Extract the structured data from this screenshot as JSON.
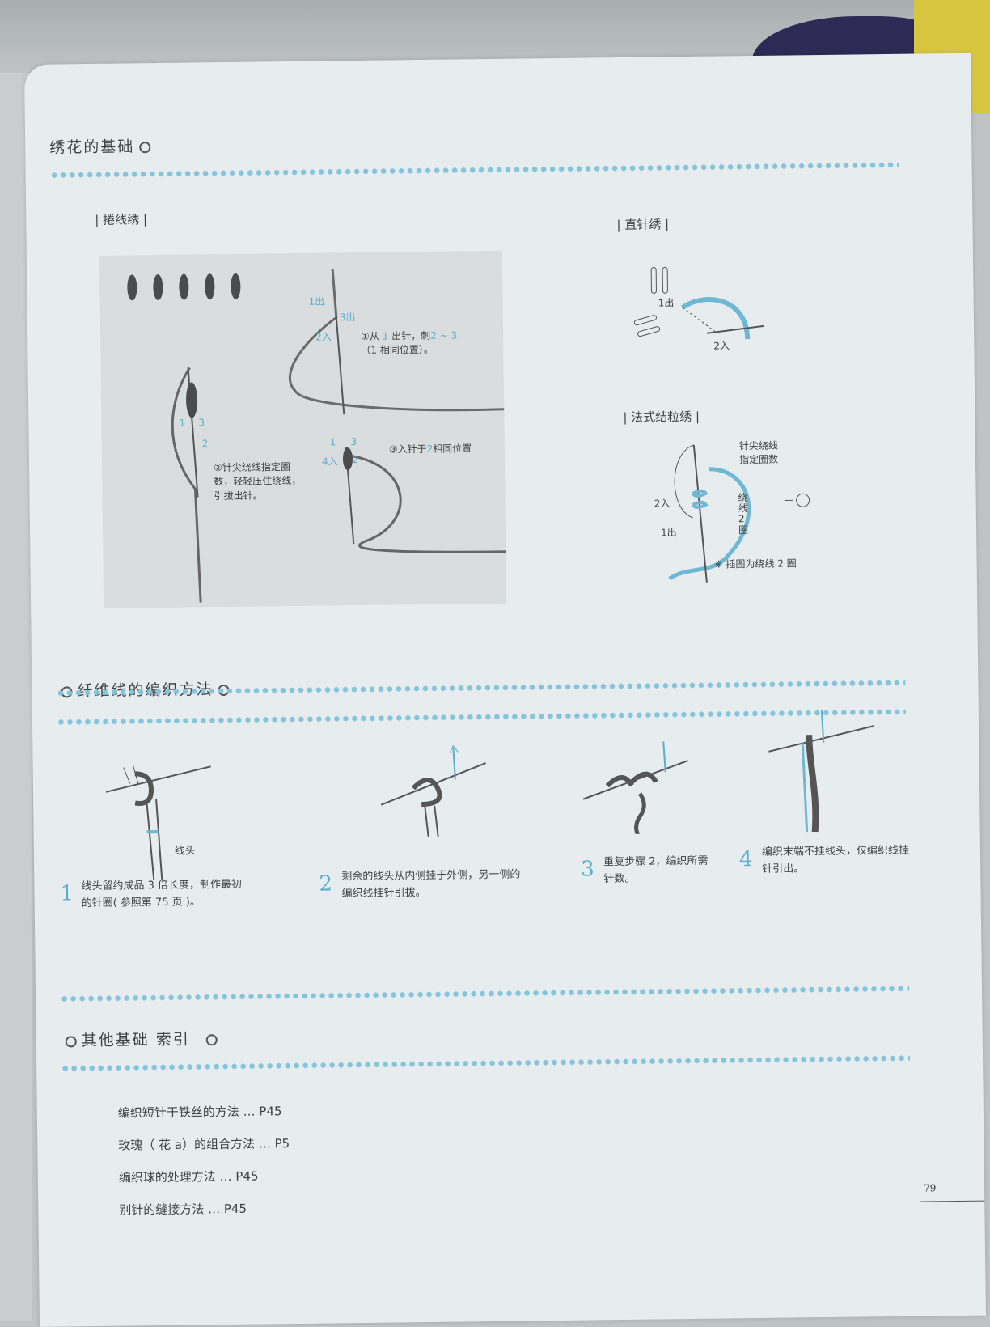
{
  "embroidery": {
    "title": "绣花的基础",
    "bullion": {
      "label": "| 捲线绣 |",
      "step1_a": "①从",
      "step1_n1": "1",
      "step1_b": "出针，刺",
      "step1_n2": "2 ~ 3",
      "step1_c": "（1 相同位置）。",
      "step2": "②针尖绕线指定圈\n数，轻轻压住绕线，\n引拔出针。",
      "step3_a": "③入针于",
      "step3_n": "2",
      "step3_b": "相同位置",
      "lbl_1out": "1出",
      "lbl_3out": "3出",
      "lbl_2in": "2入",
      "lbl_1": "1",
      "lbl_3": "3",
      "lbl_2": "2",
      "lbl_4in": "4入"
    },
    "straight": {
      "label": "| 直针绣 |",
      "lbl_1out": "1出",
      "lbl_2in": "2入"
    },
    "french_knot": {
      "label": "| 法式结粒绣 |",
      "wrap_note": "针尖绕线\n指定圈数",
      "wrap2": "绕\n线\n2\n圈",
      "lbl_2in": "2入",
      "lbl_1out": "1出",
      "note": "※ 插图为绕线 2 圈"
    }
  },
  "fiber": {
    "title": "纤维线的编织方法",
    "tail_label": "线头",
    "steps": [
      {
        "num": "1",
        "text": "线头留约成品 3 倍长度，制作最初\n的针圈( 参照第 75 页 )。"
      },
      {
        "num": "2",
        "text": "剩余的线头从内侧挂于外侧，另一侧的\n编织线挂针引拔。"
      },
      {
        "num": "3",
        "text": "重复步骤 2，编织所需\n针数。"
      },
      {
        "num": "4",
        "text": "编织末端不挂线头，仅编织线挂\n针引出。"
      }
    ]
  },
  "index": {
    "title": "其他基础 索引",
    "items": [
      "编织短针于铁丝的方法 … P45",
      "玫瑰（ 花 a）的组合方法 … P5",
      "编织球的处理方法 … P45",
      "别针的缝接方法 … P45"
    ]
  },
  "page_number": "79"
}
